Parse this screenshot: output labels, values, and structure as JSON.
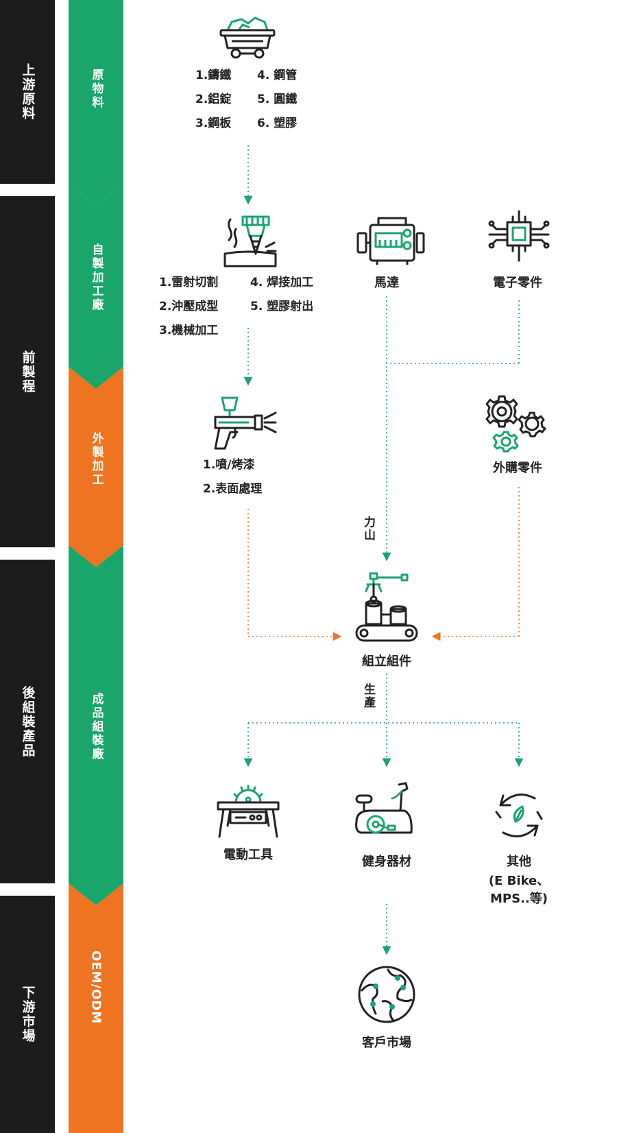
{
  "stages": [
    {
      "label": "上游原料"
    },
    {
      "label": "前製程"
    },
    {
      "label": "後組裝產品"
    },
    {
      "label": "下游市場"
    }
  ],
  "bands": [
    {
      "label": "原物料",
      "color": "#1aa56b"
    },
    {
      "label": "自製加工廠",
      "color": "#1aa56b"
    },
    {
      "label": "外製加工",
      "color": "#ef7422"
    },
    {
      "label": "成品組裝廠",
      "color": "#1aa56b"
    },
    {
      "label": "OEM/ODM",
      "color": "#ef7422"
    }
  ],
  "colors": {
    "green": "#1aa56b",
    "orange": "#ef7422",
    "dark": "#1c1c1c",
    "icon": "#222222"
  },
  "raw_materials": {
    "icon": "mine-cart-icon",
    "items": [
      "1.鑄鐵",
      "4. 鋼管",
      "2.鋁錠",
      "5. 圓鐵",
      "3.鋼板",
      "6. 塑膠"
    ]
  },
  "self_process": {
    "icon": "cnc-drill-icon",
    "items": [
      "1.雷射切割",
      "4. 焊接加工",
      "2.沖壓成型",
      "5. 塑膠射出",
      "3.機械加工"
    ]
  },
  "motor": {
    "icon": "motor-icon",
    "label": "馬達"
  },
  "electronics": {
    "icon": "chip-icon",
    "label": "電子零件"
  },
  "outsource": {
    "icon": "spray-gun-icon",
    "items": [
      "1.噴/烤漆",
      "2.表面處理"
    ]
  },
  "purchased": {
    "icon": "gears-icon",
    "label": "外購零件"
  },
  "lishan": "力山",
  "assembly": {
    "icon": "assembly-line-icon",
    "label": "組立組件"
  },
  "production": "生產",
  "products": [
    {
      "icon": "table-saw-icon",
      "label": "電動工具"
    },
    {
      "icon": "exercise-bike-icon",
      "label": "健身器材"
    },
    {
      "icon": "recycle-leaf-icon",
      "label": "其他",
      "sub1": "(E Bike、",
      "sub2": "MPS..等)"
    }
  ],
  "market": {
    "icon": "globe-icon",
    "label": "客戶市場"
  }
}
